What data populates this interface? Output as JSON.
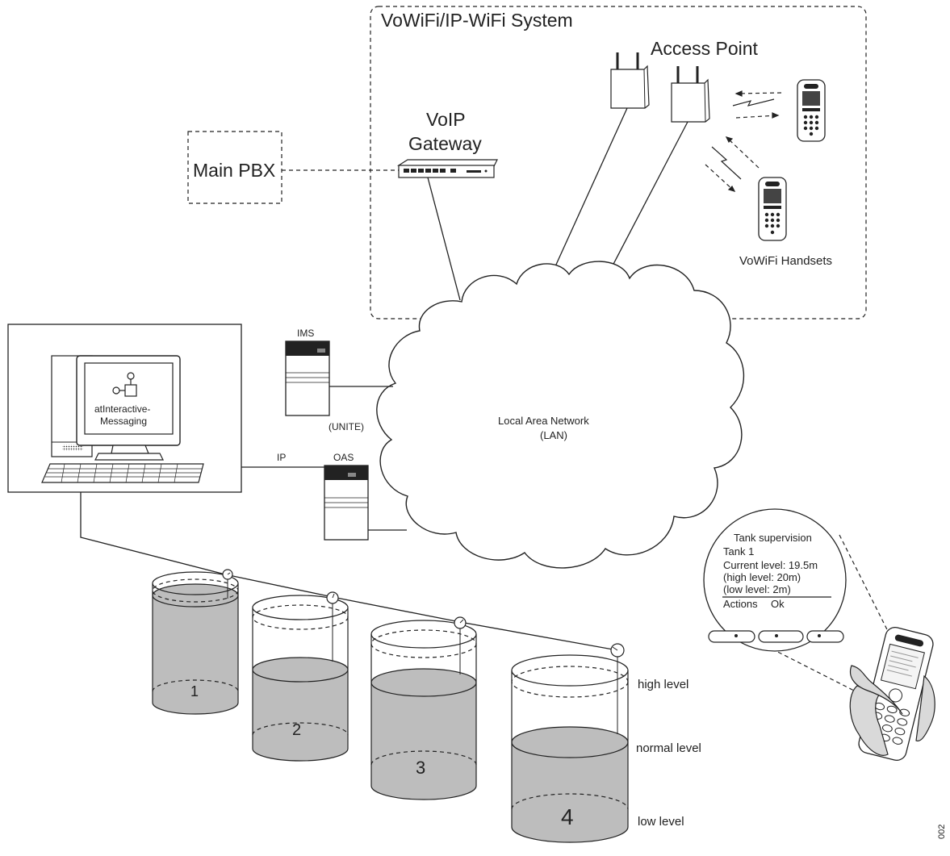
{
  "system": {
    "title": "VoWiFi/IP-WiFi System",
    "access_point": "Access Point",
    "voip_gateway_line1": "VoIP",
    "voip_gateway_line2": "Gateway",
    "handsets": "VoWiFi Handsets"
  },
  "main_pbx": "Main PBX",
  "lan_line1": "Local Area Network",
  "lan_line2": "(LAN)",
  "ims": "IMS",
  "unite": "(UNITE)",
  "oas": "OAS",
  "ip": "IP",
  "app_line1": "atInteractive-",
  "app_line2": "Messaging",
  "tanks": [
    "1",
    "2",
    "3",
    "4"
  ],
  "levels": {
    "high": "high level",
    "normal": "normal level",
    "low": "low level"
  },
  "screen": {
    "title": "Tank supervision",
    "line1": "Tank 1",
    "line2": "Current level: 19.5m",
    "line3": "(high level: 20m)",
    "line4": "(low level: 2m)",
    "softkey1": "Actions",
    "softkey2": "Ok"
  },
  "figure_code": "002"
}
